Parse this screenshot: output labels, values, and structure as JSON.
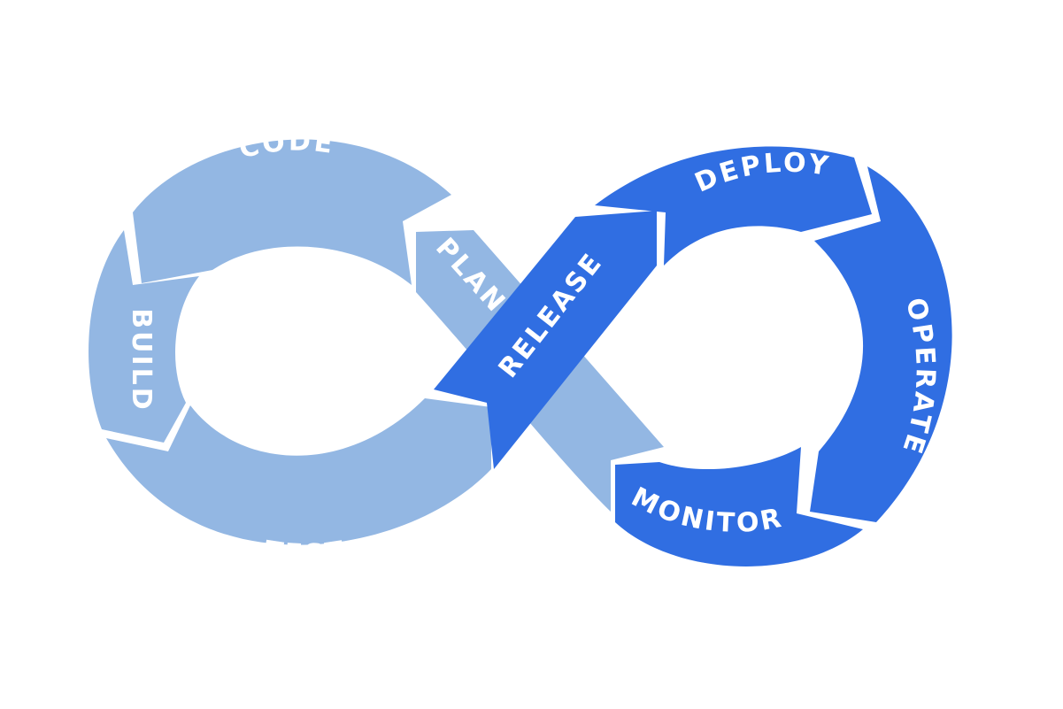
{
  "diagram": {
    "colors": {
      "light": "#93b7e3",
      "dark": "#306ee2",
      "separator": "#ffffff",
      "label": "#ffffff",
      "background": "#ffffff"
    },
    "stages": {
      "plan": "PLAN",
      "code": "CODE",
      "build": "BUILD",
      "test": "TEST",
      "release": "RELEASE",
      "deploy": "DEPLOY",
      "operate": "OPERATE",
      "monitor": "MONITOR"
    }
  }
}
